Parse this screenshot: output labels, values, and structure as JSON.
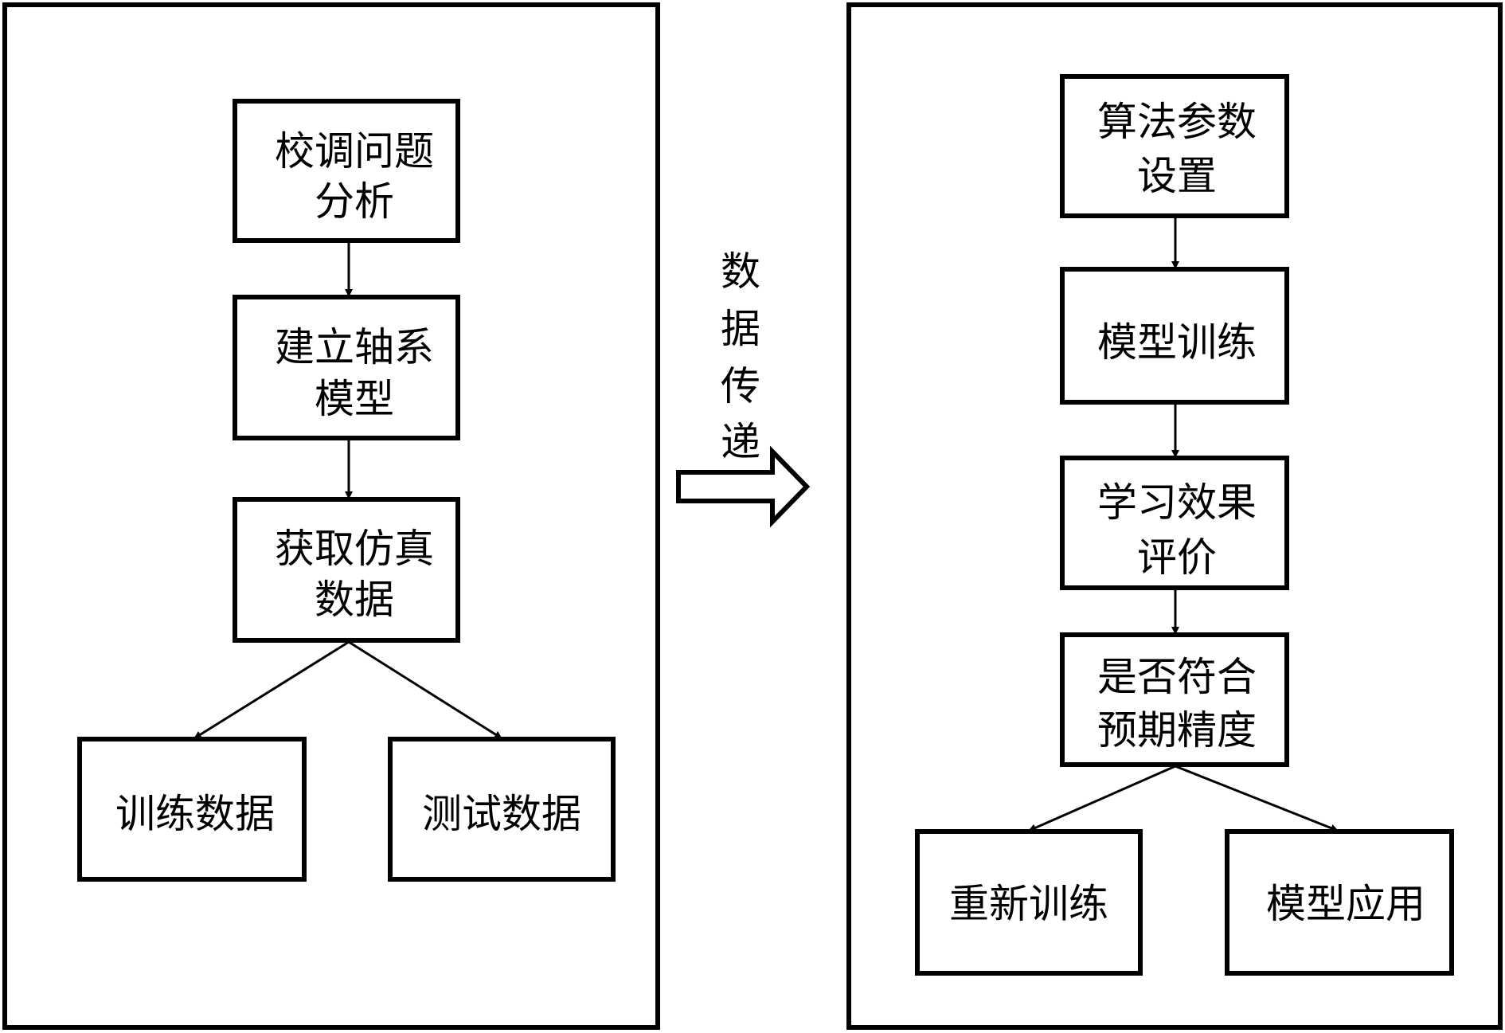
{
  "left_panel": {
    "nodes": {
      "problem_analysis": [
        "校调问题",
        "分析"
      ],
      "build_model": [
        "建立轴系",
        "模型"
      ],
      "get_sim_data": [
        "获取仿真",
        "数据"
      ],
      "train_data": [
        "训练数据"
      ],
      "test_data": [
        "测试数据"
      ]
    }
  },
  "transfer_label": [
    "数",
    "据",
    "传",
    "递"
  ],
  "right_panel": {
    "nodes": {
      "param_setting": [
        "算法参数",
        "设置"
      ],
      "model_training": [
        "模型训练"
      ],
      "evaluation": [
        "学习效果",
        "评价"
      ],
      "accuracy_check": [
        "是否符合",
        "预期精度"
      ],
      "retrain": [
        "重新训练"
      ],
      "model_apply": [
        "模型应用"
      ]
    }
  },
  "colors": {
    "stroke": "#000000",
    "fill": "#ffffff"
  }
}
